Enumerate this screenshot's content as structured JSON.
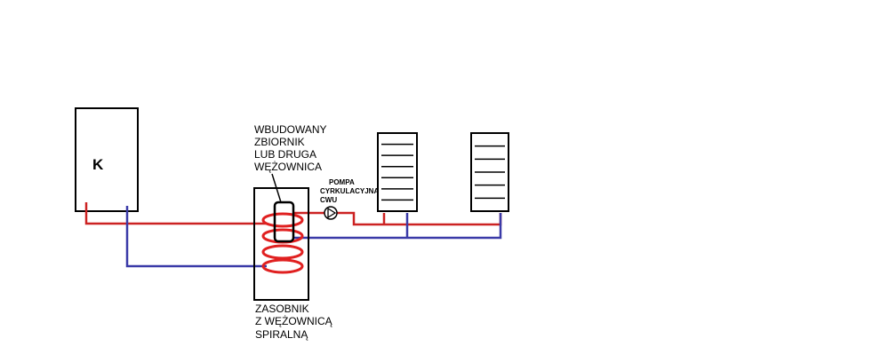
{
  "boiler": {
    "label": "K"
  },
  "tank": {
    "inner_label": [
      "WBUDOWANY",
      "ZBIORNIK",
      "LUB DRUGA",
      "WĘŻOWNICA"
    ],
    "caption": [
      "ZASOBNIK",
      "Z WĘŻOWNICĄ",
      "SPIRALNĄ"
    ]
  },
  "pump": {
    "label": [
      "POMPA",
      "CYRKULACYJNA",
      "CWU"
    ]
  },
  "radiators": [
    {
      "fins": 6
    },
    {
      "fins": 5
    }
  ],
  "colors": {
    "outline": "#000000",
    "hot_pipe": "#cc2222",
    "cold_pipe": "#3a3aa8",
    "coil": "#e02020"
  }
}
